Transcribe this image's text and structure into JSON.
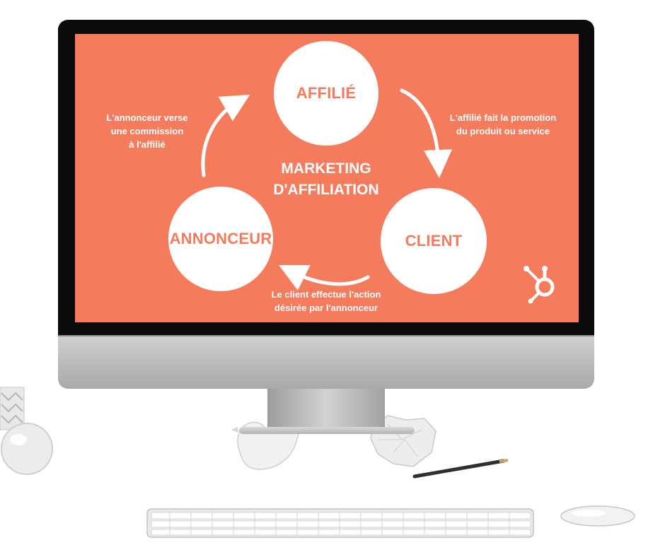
{
  "diagram": {
    "title_line1": "MARKETING",
    "title_line2": "D'AFFILIATION",
    "nodes": {
      "affilie": "AFFILIÉ",
      "client": "CLIENT",
      "annonceur": "ANNONCEUR"
    },
    "edges": {
      "affilie_to_client": [
        "L'affilié fait la promotion",
        "du produit ou service"
      ],
      "client_to_annonceur": [
        "Le client effectue l'action",
        "désirée par l'annonceur"
      ],
      "annonceur_to_affilie": [
        "L'annonceur verse",
        "une commission",
        "à l'affilié"
      ]
    },
    "colors": {
      "background": "#f47b5c",
      "node_fill": "#ffffff",
      "text": "#ffffff"
    },
    "logo_icon": "hubspot-sprocket-icon"
  }
}
